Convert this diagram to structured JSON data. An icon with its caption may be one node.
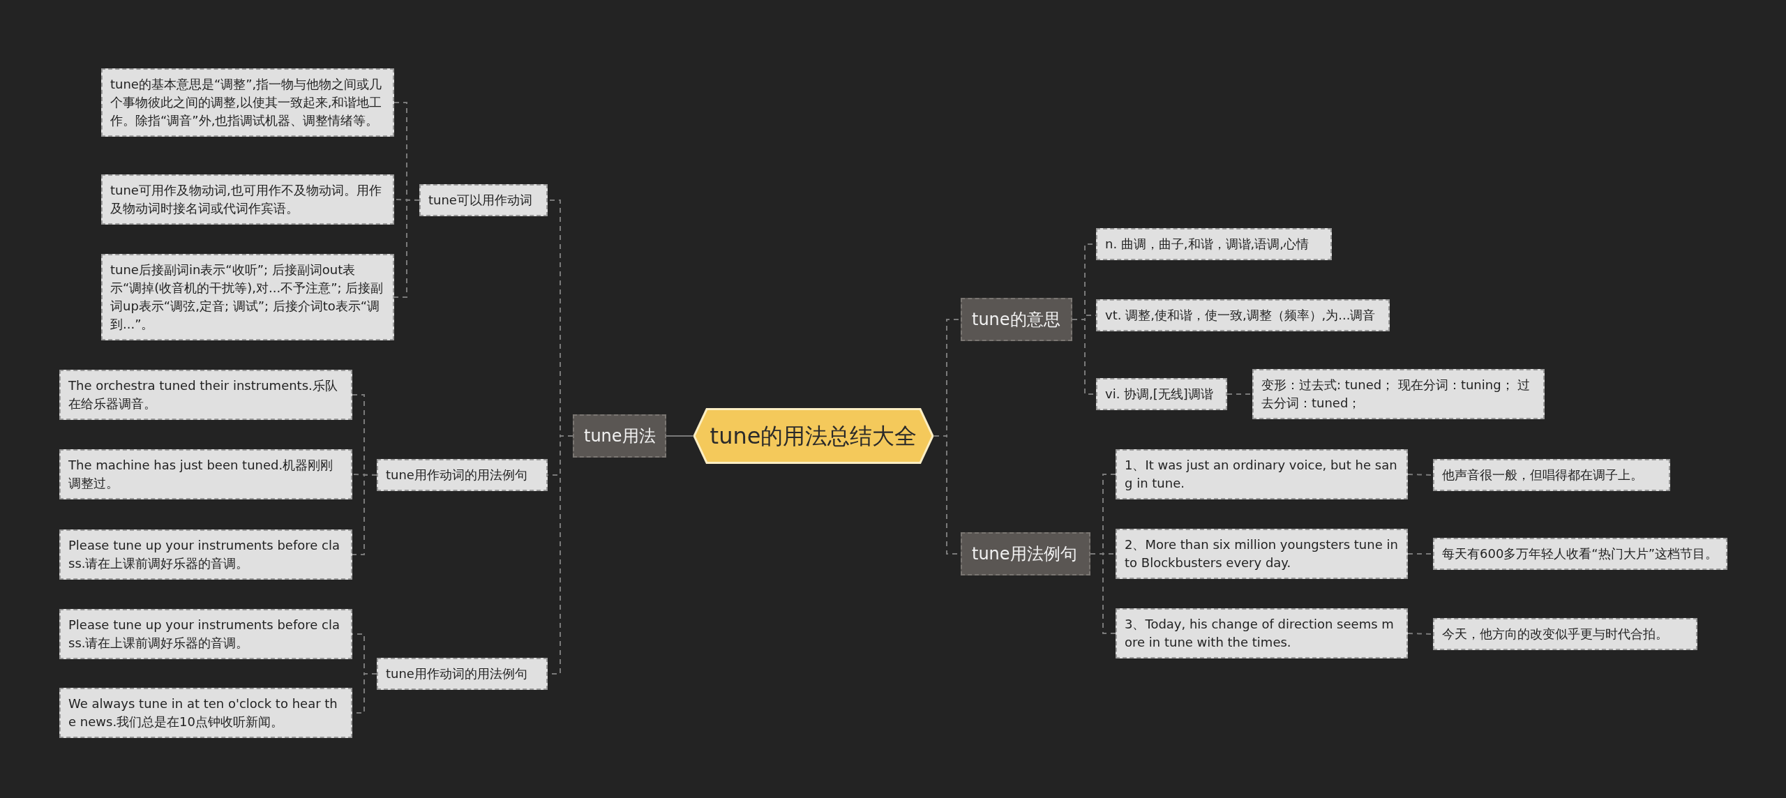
{
  "diagram": {
    "nodes": [
      {
        "text": [
          "tune的用法总结大全"
        ]
      },
      {
        "text": [
          "tune用法"
        ]
      },
      {
        "text": [
          "tune可以用作动词"
        ]
      },
      {
        "text": [
          "tune的基本意思是“调整”,指一物与他物之间或几个事物彼此之间的调整,以使其一致起来,和谐地工作。除指“调音”外,也指调试机器、调整情绪等。"
        ]
      },
      {
        "text": [
          "tune可用作及物动词,也可用作不及物动词。用作及物动词时接名词或代词作宾语。"
        ]
      },
      {
        "text": [
          "tune后接副词in表示“收听”; 后接副词out表示“调掉(收音机的干扰等),对...不予注意”; 后接副词up表示“调弦,定音; 调试”; 后接介词to表示“调到...”。"
        ]
      },
      {
        "text": [
          "tune用作动词的用法例句"
        ]
      },
      {
        "text": [
          "The orchestra tuned their instruments.乐队在给乐器调音。"
        ]
      },
      {
        "text": [
          "The machine has just been tuned.机器刚刚调整过。"
        ]
      },
      {
        "text": [
          "Please tune up your instruments before class.请在上课前调好乐器的音调。"
        ]
      },
      {
        "text": [
          "tune用作动词的用法例句"
        ]
      },
      {
        "text": [
          "Please tune up your instruments before class.请在上课前调好乐器的音调。"
        ]
      },
      {
        "text": [
          "We always tune in at ten o'clock to hear the news.我们总是在10点钟收听新闻。"
        ]
      },
      {
        "text": [
          "tune的意思"
        ]
      },
      {
        "text": [
          "n. 曲调，曲子,和谐，调谐,语调,心情"
        ]
      },
      {
        "text": [
          "vt. 调整,使和谐，使一致,调整（频率）,为...调音"
        ]
      },
      {
        "text": [
          "vi. 协调,[无线]调谐"
        ]
      },
      {
        "text": [
          "变形：过去式: tuned； 现在分词：tuning； 过去分词：tuned；"
        ]
      },
      {
        "text": [
          "tune用法例句"
        ]
      },
      {
        "text": [
          "1、It was just an ordinary voice, but he sang in tune."
        ]
      },
      {
        "text": [
          "他声音很一般，但唱得都在调子上。"
        ]
      },
      {
        "text": [
          "2、More than six million youngsters tune in to Blockbusters every day."
        ]
      },
      {
        "text": [
          "每天有600多万年轻人收看“热门大片”这档节目。"
        ]
      },
      {
        "text": [
          "3、Today, his change of direction seems more in tune with the times."
        ]
      },
      {
        "text": [
          "今天，他方向的改变似乎更与时代合拍。"
        ]
      }
    ],
    "edges": [
      {
        "from": 0,
        "to": 1,
        "arrow": "none"
      },
      {
        "from": 1,
        "to": 2,
        "arrow": "none",
        "style": "dashed"
      },
      {
        "from": 2,
        "to": 3,
        "arrow": "none",
        "style": "dashed"
      },
      {
        "from": 2,
        "to": 4,
        "arrow": "none",
        "style": "dashed"
      },
      {
        "from": 2,
        "to": 5,
        "arrow": "none",
        "style": "dashed"
      },
      {
        "from": 1,
        "to": 6,
        "arrow": "none",
        "style": "dashed"
      },
      {
        "from": 6,
        "to": 7,
        "arrow": "none",
        "style": "dashed"
      },
      {
        "from": 6,
        "to": 8,
        "arrow": "none",
        "style": "dashed"
      },
      {
        "from": 6,
        "to": 9,
        "arrow": "none",
        "style": "dashed"
      },
      {
        "from": 1,
        "to": 10,
        "arrow": "none",
        "style": "dashed"
      },
      {
        "from": 10,
        "to": 11,
        "arrow": "none",
        "style": "dashed"
      },
      {
        "from": 10,
        "to": 12,
        "arrow": "none",
        "style": "dashed"
      },
      {
        "from": 0,
        "to": 13,
        "arrow": "none",
        "style": "dashed"
      },
      {
        "from": 13,
        "to": 14,
        "arrow": "none",
        "style": "dashed"
      },
      {
        "from": 13,
        "to": 15,
        "arrow": "none",
        "style": "dashed"
      },
      {
        "from": 13,
        "to": 16,
        "arrow": "none",
        "style": "dashed"
      },
      {
        "from": 16,
        "to": 17,
        "arrow": "none",
        "style": "dashed"
      },
      {
        "from": 0,
        "to": 18,
        "arrow": "none",
        "style": "dashed"
      },
      {
        "from": 18,
        "to": 19,
        "arrow": "none",
        "style": "dashed"
      },
      {
        "from": 19,
        "to": 20,
        "arrow": "none",
        "style": "dashed"
      },
      {
        "from": 18,
        "to": 21,
        "arrow": "none",
        "style": "dashed"
      },
      {
        "from": 21,
        "to": 22,
        "arrow": "none",
        "style": "dashed"
      },
      {
        "from": 18,
        "to": 23,
        "arrow": "none",
        "style": "dashed"
      },
      {
        "from": 23,
        "to": 24,
        "arrow": "none",
        "style": "dashed"
      }
    ]
  }
}
